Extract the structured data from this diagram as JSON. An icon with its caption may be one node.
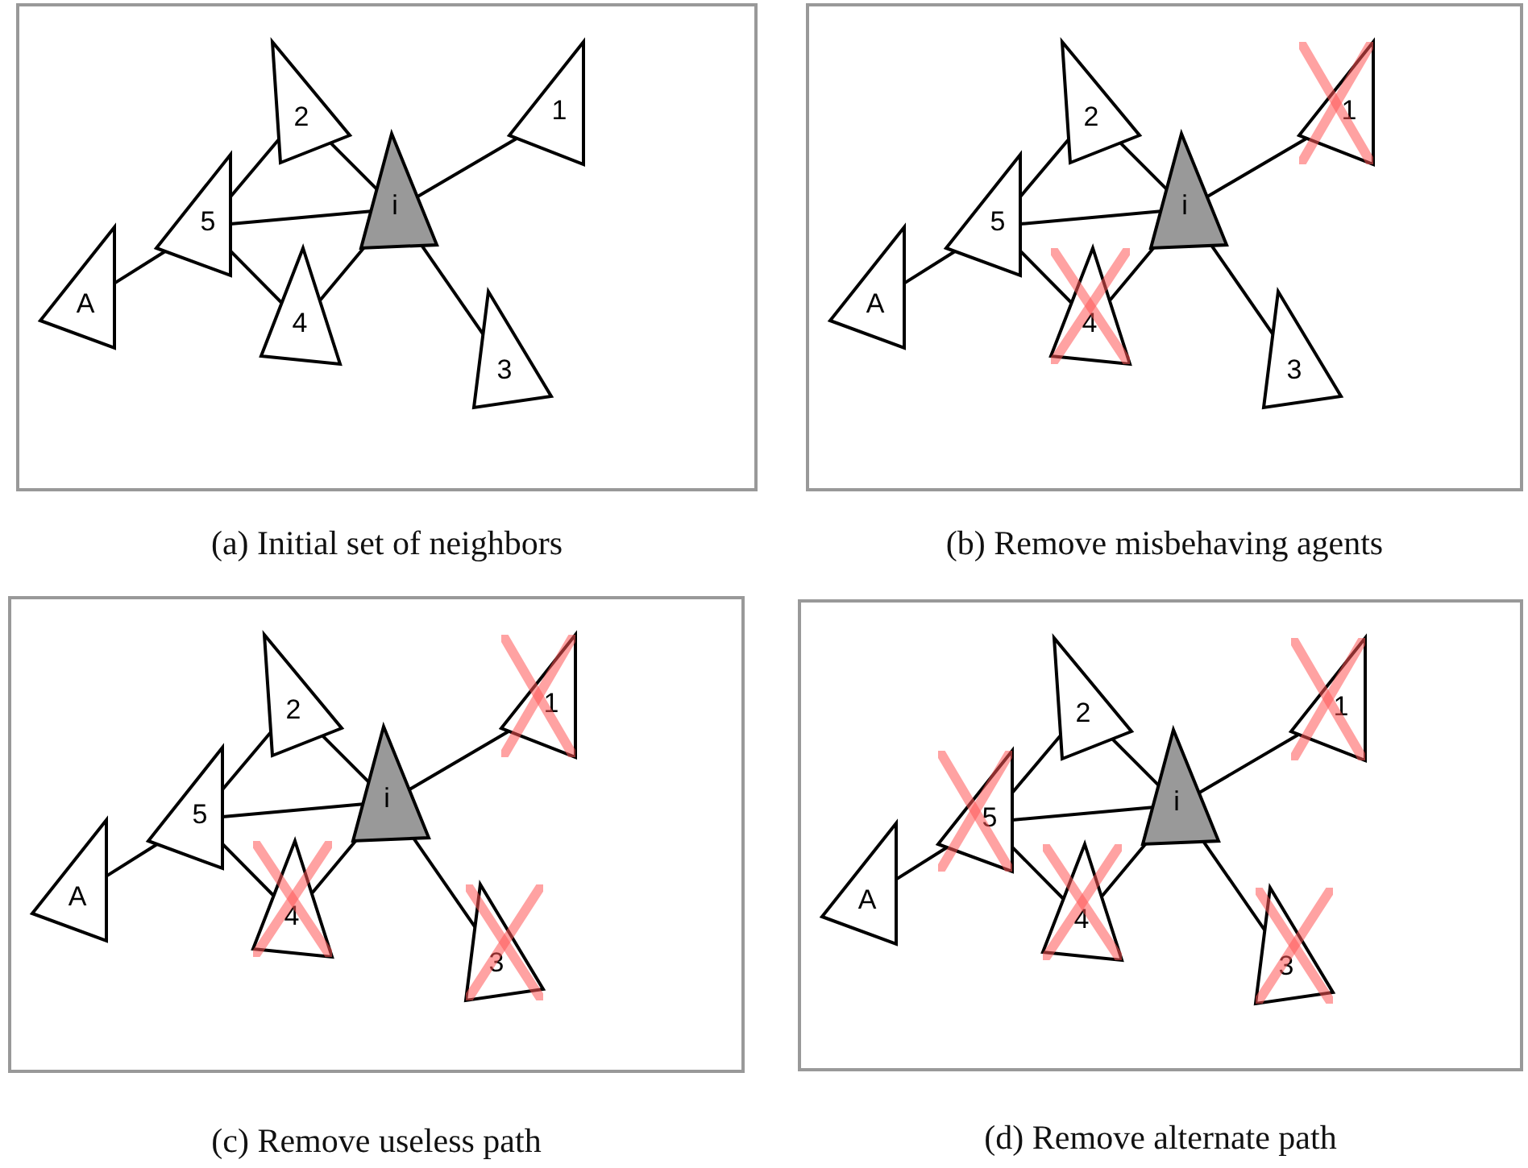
{
  "diagram": {
    "nodes": [
      {
        "text": [
          "(a) Initial set of neighbors"
        ]
      },
      {
        "text": [
          "2"
        ],
        "in": 0
      },
      {
        "text": [
          "1"
        ],
        "in": 0
      },
      {
        "text": [
          "5"
        ],
        "in": 0
      },
      {
        "text": [
          "i"
        ],
        "in": 0
      },
      {
        "text": [
          "A"
        ],
        "in": 0
      },
      {
        "text": [
          "4"
        ],
        "in": 0
      },
      {
        "text": [
          "3"
        ],
        "in": 0
      },
      {
        "text": [
          "(b) Remove misbehaving agents"
        ]
      },
      {
        "text": [
          "2"
        ],
        "in": 8
      },
      {
        "text": [
          "1"
        ],
        "in": 8
      },
      {
        "text": [
          "5"
        ],
        "in": 8
      },
      {
        "text": [
          "i"
        ],
        "in": 8
      },
      {
        "text": [
          "A"
        ],
        "in": 8
      },
      {
        "text": [
          "4"
        ],
        "in": 8
      },
      {
        "text": [
          "3"
        ],
        "in": 8
      },
      {
        "text": [
          "(c) Remove useless path"
        ]
      },
      {
        "text": [
          "2"
        ],
        "in": 16
      },
      {
        "text": [
          "1"
        ],
        "in": 16
      },
      {
        "text": [
          "5"
        ],
        "in": 16
      },
      {
        "text": [
          "i"
        ],
        "in": 16
      },
      {
        "text": [
          "A"
        ],
        "in": 16
      },
      {
        "text": [
          "4"
        ],
        "in": 16
      },
      {
        "text": [
          "3"
        ],
        "in": 16
      },
      {
        "text": [
          "(d) Remove alternate path"
        ]
      },
      {
        "text": [
          "2"
        ],
        "in": 24
      },
      {
        "text": [
          "1"
        ],
        "in": 24
      },
      {
        "text": [
          "5"
        ],
        "in": 24
      },
      {
        "text": [
          "i"
        ],
        "in": 24
      },
      {
        "text": [
          "A"
        ],
        "in": 24
      },
      {
        "text": [
          "4"
        ],
        "in": 24
      },
      {
        "text": [
          "3"
        ],
        "in": 24
      }
    ],
    "edges": [
      {
        "from": 5,
        "to": 3,
        "arrow": "none"
      },
      {
        "from": 3,
        "to": 1,
        "arrow": "none"
      },
      {
        "from": 3,
        "to": 4,
        "arrow": "none"
      },
      {
        "from": 3,
        "to": 6,
        "arrow": "none"
      },
      {
        "from": 6,
        "to": 4,
        "arrow": "none"
      },
      {
        "from": 1,
        "to": 4,
        "arrow": "none"
      },
      {
        "from": 2,
        "to": 4,
        "arrow": "none"
      },
      {
        "from": 7,
        "to": 4,
        "arrow": "none"
      },
      {
        "from": 13,
        "to": 11,
        "arrow": "none"
      },
      {
        "from": 11,
        "to": 9,
        "arrow": "none"
      },
      {
        "from": 11,
        "to": 12,
        "arrow": "none"
      },
      {
        "from": 11,
        "to": 14,
        "arrow": "none"
      },
      {
        "from": 14,
        "to": 12,
        "arrow": "none"
      },
      {
        "from": 9,
        "to": 12,
        "arrow": "none"
      },
      {
        "from": 10,
        "to": 12,
        "arrow": "none"
      },
      {
        "from": 15,
        "to": 12,
        "arrow": "none"
      },
      {
        "from": 21,
        "to": 19,
        "arrow": "none"
      },
      {
        "from": 19,
        "to": 17,
        "arrow": "none"
      },
      {
        "from": 19,
        "to": 20,
        "arrow": "none"
      },
      {
        "from": 19,
        "to": 22,
        "arrow": "none"
      },
      {
        "from": 22,
        "to": 20,
        "arrow": "none"
      },
      {
        "from": 17,
        "to": 20,
        "arrow": "none"
      },
      {
        "from": 18,
        "to": 20,
        "arrow": "none"
      },
      {
        "from": 23,
        "to": 20,
        "arrow": "none"
      },
      {
        "from": 29,
        "to": 27,
        "arrow": "none"
      },
      {
        "from": 27,
        "to": 25,
        "arrow": "none"
      },
      {
        "from": 27,
        "to": 28,
        "arrow": "none"
      },
      {
        "from": 27,
        "to": 30,
        "arrow": "none"
      },
      {
        "from": 30,
        "to": 28,
        "arrow": "none"
      },
      {
        "from": 25,
        "to": 28,
        "arrow": "none"
      },
      {
        "from": 26,
        "to": 28,
        "arrow": "none"
      },
      {
        "from": 31,
        "to": 28,
        "arrow": "none"
      }
    ]
  }
}
